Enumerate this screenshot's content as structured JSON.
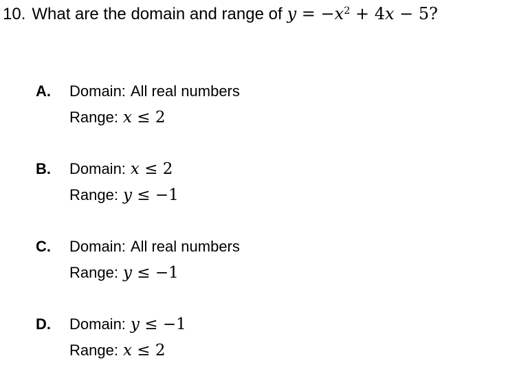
{
  "colors": {
    "text": "#000000",
    "background": "#ffffff"
  },
  "question": {
    "number": "10.",
    "prompt": "What are the domain and range of",
    "equation_parts": {
      "p0": "y",
      "p1": " = −",
      "p2": "x",
      "p3": "2",
      "p4": " + 4",
      "p5": "x",
      "p6": " − 5?"
    }
  },
  "options": [
    {
      "letter": "A.",
      "line1": {
        "label": "Domain:",
        "plain_value": "All real numbers",
        "math_var": "",
        "math_rest": ""
      },
      "line2": {
        "label": "Range:",
        "plain_value": "",
        "math_var": "x",
        "math_rest": " ≤ 2"
      }
    },
    {
      "letter": "B.",
      "line1": {
        "label": "Domain:",
        "plain_value": "",
        "math_var": "x",
        "math_rest": " ≤ 2"
      },
      "line2": {
        "label": "Range:",
        "plain_value": "",
        "math_var": "y",
        "math_rest": " ≤ −1"
      }
    },
    {
      "letter": "C.",
      "line1": {
        "label": "Domain:",
        "plain_value": "All real numbers",
        "math_var": "",
        "math_rest": ""
      },
      "line2": {
        "label": "Range:",
        "plain_value": "",
        "math_var": "y",
        "math_rest": " ≤ −1"
      }
    },
    {
      "letter": "D.",
      "line1": {
        "label": "Domain:",
        "plain_value": "",
        "math_var": "y",
        "math_rest": " ≤ −1"
      },
      "line2": {
        "label": "Range:",
        "plain_value": "",
        "math_var": "x",
        "math_rest": " ≤ 2"
      }
    }
  ]
}
